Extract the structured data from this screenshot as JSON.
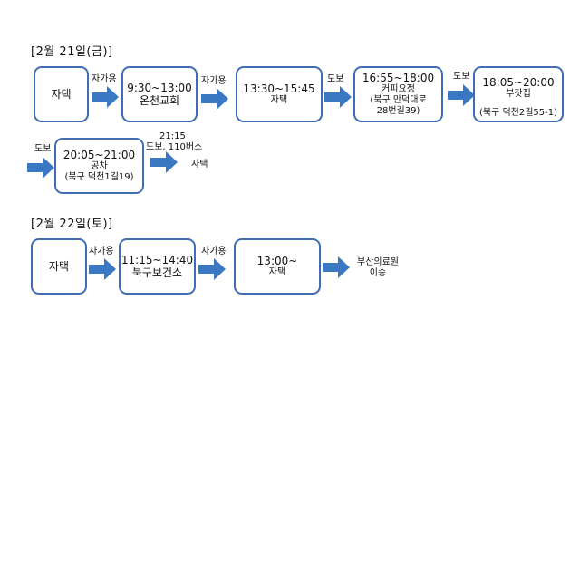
{
  "colors": {
    "box_border": "#3f6eb5",
    "arrow_fill": "#3b78c4"
  },
  "day1": {
    "heading": "[2월 21일(금)]",
    "box_home": "자택",
    "label_1": "자가용",
    "box_church": {
      "time": "9:30~13:00",
      "place": "온천교회"
    },
    "label_2": "자가용",
    "box_home2": {
      "time": "13:30~15:45",
      "place": "자택"
    },
    "label_3": "도보",
    "box_cafe": {
      "time": "16:55~18:00",
      "place": "커피요정",
      "addr1": "(북구 만덕대로",
      "addr2": "28번길39)"
    },
    "label_4": "도보",
    "box_restaurant": {
      "time": "18:05~20:00",
      "place": "부찻집",
      "addr": "(북구 덕천2길55-1)"
    },
    "label_5": "도보",
    "box_gongcha": {
      "time": "20:05~21:00",
      "place": "공차",
      "addr": "(북구 덕천1길19)"
    },
    "label_6_time": "21:15",
    "label_6_mode": "도보, 110버스",
    "end_home": "자택"
  },
  "day2": {
    "heading": "[2월 22일(토)]",
    "box_home": "자택",
    "label_1": "자가용",
    "box_health": {
      "time": "11:15~14:40",
      "place": "북구보건소"
    },
    "label_2": "자가용",
    "box_home2": {
      "time": "13:00~",
      "place": "자택"
    },
    "end_line1": "부산의료원",
    "end_line2": "이송"
  }
}
